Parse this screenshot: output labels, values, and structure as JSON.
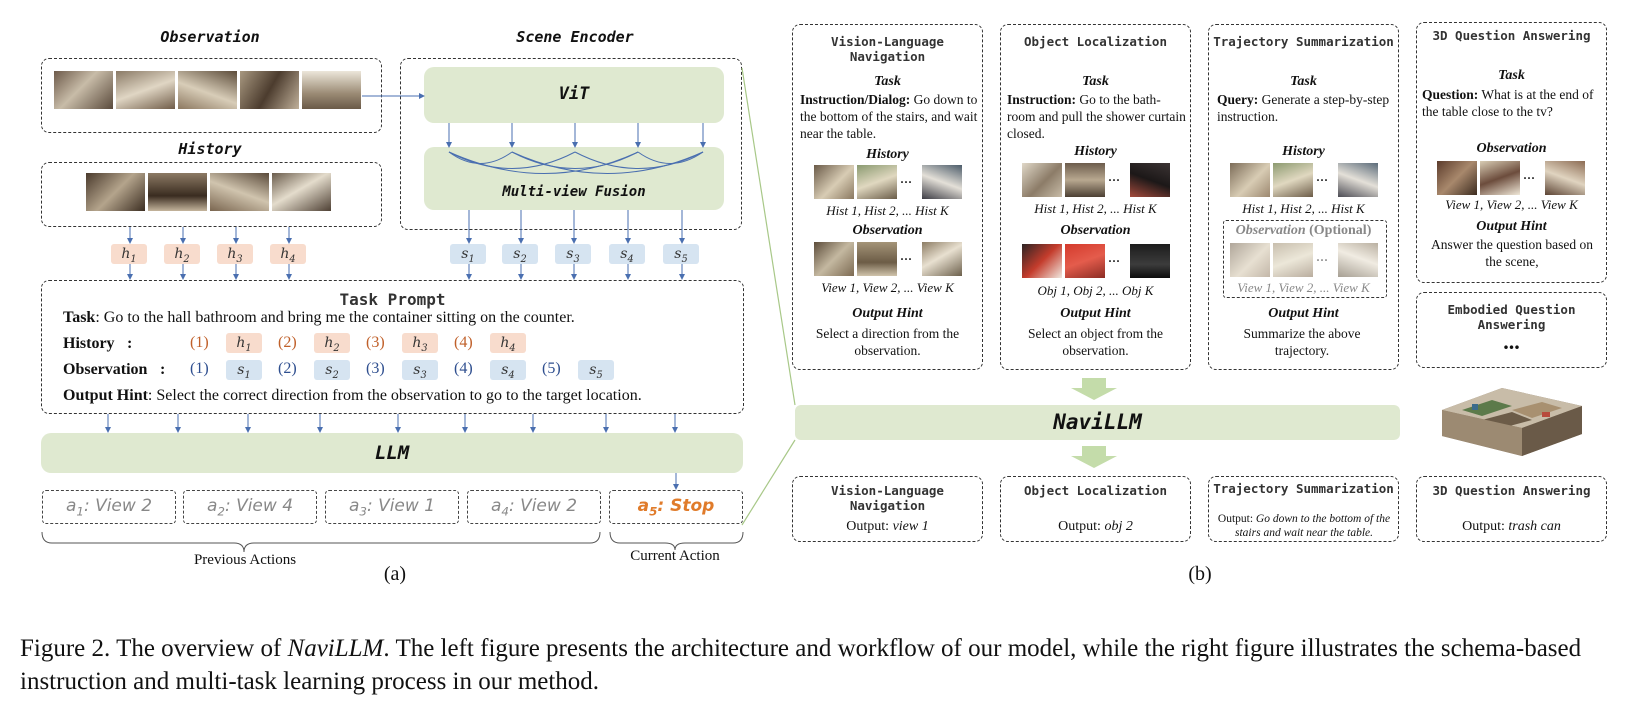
{
  "left": {
    "observation_title": "Observation",
    "history_title": "History",
    "scene_encoder_title": "Scene Encoder",
    "vit_label": "ViT",
    "fusion_label": "Multi-view Fusion",
    "h_tokens": [
      "h1",
      "h2",
      "h3",
      "h4"
    ],
    "s_tokens": [
      "s1",
      "s2",
      "s3",
      "s4",
      "s5"
    ],
    "task_prompt": {
      "title": "Task Prompt",
      "task_key": "Task",
      "task_text": ": Go to the hall bathroom and bring me the container  sitting on the counter.",
      "history_key": "History",
      "history_nums": [
        "(1)",
        "(2)",
        "(3)",
        "(4)"
      ],
      "observation_key": "Observation",
      "observation_nums": [
        "(1)",
        "(2)",
        "(3)",
        "(4)",
        "(5)"
      ],
      "hint_key": "Output Hint",
      "hint_text": ": Select the correct direction from the observation to go to the target location."
    },
    "llm_label": "LLM",
    "actions": [
      {
        "sym": "a1",
        "text": ": View 2"
      },
      {
        "sym": "a2",
        "text": ": View 4"
      },
      {
        "sym": "a3",
        "text": ": View 1"
      },
      {
        "sym": "a4",
        "text": ": View 2"
      }
    ],
    "current_action": {
      "sym": "a5",
      "text": ": Stop"
    },
    "previous_actions_label": "Previous  Actions",
    "current_action_label": "Current Action",
    "panel_label": "(a)"
  },
  "right": {
    "panels": [
      {
        "title": "Vision-Language Navigation",
        "task_label": "Task",
        "task_key": "Instruction/Dialog:",
        "task_text": " Go down to the bottom of the stairs, and wait near the table.",
        "history_label": "History",
        "history_caption": "Hist 1, Hist 2, ... Hist K",
        "observation_label": "Observation",
        "observation_caption": "View 1, View 2, ... View K",
        "hint_label": "Output Hint",
        "hint_text": "Select a direction from the observation."
      },
      {
        "title": "Object Localization",
        "task_label": "Task",
        "task_key": "Instruction:",
        "task_text": " Go to the bath-room and pull the shower curtain closed.",
        "history_label": "History",
        "history_caption": "Hist 1, Hist 2, ... Hist K",
        "observation_label": "Observation",
        "observation_caption": "Obj 1, Obj 2, ... Obj K",
        "hint_label": "Output Hint",
        "hint_text": "Select an object from the observation."
      },
      {
        "title": "Trajectory Summarization",
        "task_label": "Task",
        "task_key": "Query:",
        "task_text": " Generate a step-by-step instruction.",
        "history_label": "History",
        "history_caption": "Hist 1, Hist 2, ... Hist K",
        "observation_label": "Observation",
        "observation_optional": "(Optional)",
        "observation_caption": "View 1, View 2, ... View K",
        "hint_label": "Output Hint",
        "hint_text": "Summarize the above trajectory."
      },
      {
        "title": "3D Question Answering",
        "task_label": "Task",
        "task_key": "Question:",
        "task_text": " What is at the end of the table close to the tv?",
        "observation_label": "Observation",
        "observation_caption": "View 1, View 2, ... View K",
        "hint_label": "Output Hint",
        "hint_text": "Answer the question based on the scene,"
      }
    ],
    "eqa_title": "Embodied Question Answering",
    "ellipsis": "...",
    "navillm_label": "NaviLLM",
    "outputs": [
      {
        "title": "Vision-Language Navigation",
        "key": "Output:",
        "value": "view 1"
      },
      {
        "title": "Object Localization",
        "key": "Output:",
        "value": "obj 2"
      },
      {
        "title": "Trajectory Summarization",
        "key": "Output:",
        "value": "Go down to the bottom of the stairs and wait near the table."
      },
      {
        "title": "3D Question Answering",
        "key": "Output:",
        "value": "trash can"
      }
    ],
    "panel_label": "(b)"
  },
  "caption": {
    "prefix": "Figure 2. The overview of ",
    "model": "NaviLLM",
    "suffix": ". The left figure presents the architecture and workflow of our model, while the right figure illustrates the schema-based instruction and multi-task learning process in our method."
  },
  "colors": {
    "green_box": "#dfe9d0",
    "history_chip": "#f8dccd",
    "state_chip": "#d6e4f1",
    "history_num": "#c0602a",
    "state_num": "#2f4f8f",
    "arrow": "#4a6fb0",
    "current_action": "#e07b2a"
  }
}
